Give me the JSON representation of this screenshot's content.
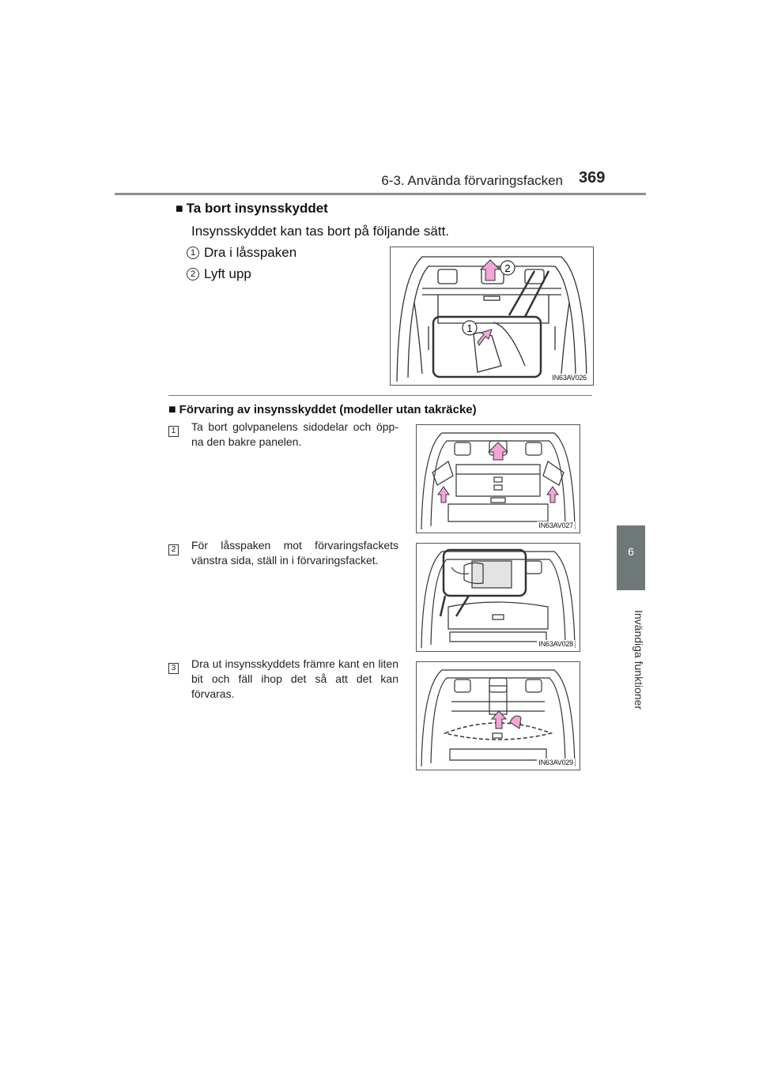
{
  "header": {
    "section_title": "6-3. Använda förvaringsfacken",
    "page_number": "369"
  },
  "side_tab": {
    "chapter_number": "6",
    "chapter_title": "Invändiga funktioner"
  },
  "section1": {
    "marker": "■",
    "title": "Ta bort insynsskyddet",
    "intro": "Insynsskyddet kan tas bort på följande sätt.",
    "steps": [
      {
        "num": "1",
        "text": "Dra i låsspaken"
      },
      {
        "num": "2",
        "text": "Lyft upp"
      }
    ],
    "figure": {
      "code": "IN63AV026",
      "callout_1": "1",
      "callout_2": "2"
    }
  },
  "section2": {
    "marker": "■",
    "title": "Förvaring av insynsskyddet (modeller utan takräcke)",
    "items": [
      {
        "num": "1",
        "text": "Ta bort golvpanelens sidodelar och öpp-na den bakre panelen.",
        "figure_code": "IN63AV027"
      },
      {
        "num": "2",
        "text": "För låsspaken mot förvaringsfackets vänstra sida, ställ in i förvaringsfacket.",
        "figure_code": "IN63AV028"
      },
      {
        "num": "3",
        "text": "Dra ut insynsskyddets främre kant en liten bit och fäll ihop det så att det kan förvaras.",
        "figure_code": "IN63AV029"
      }
    ]
  },
  "colors": {
    "accent_tab": "#6f7878",
    "arrow_pink": "#f2a6d6"
  }
}
